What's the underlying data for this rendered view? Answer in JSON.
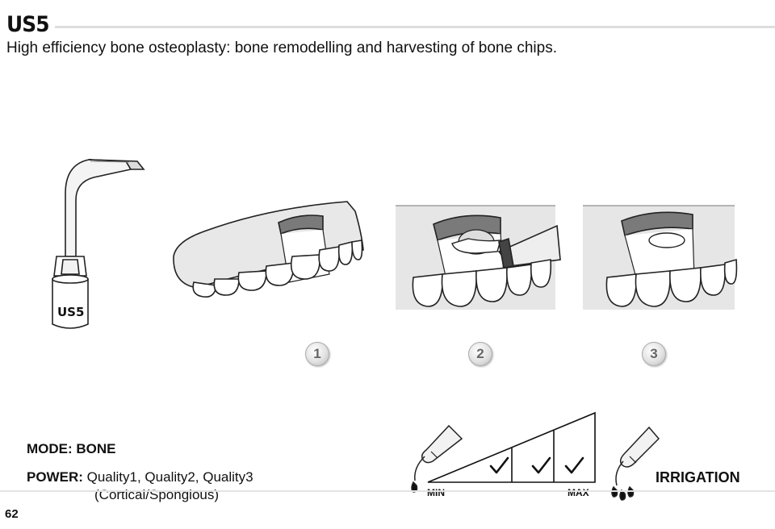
{
  "header": {
    "title": "US5",
    "subtitle": "High efficiency bone osteoplasty: bone remodelling and harvesting of bone chips."
  },
  "tool": {
    "label": "US5"
  },
  "steps": [
    "1",
    "2",
    "3"
  ],
  "settings": {
    "mode_label": "MODE: BONE",
    "power_label": "POWER:",
    "power_value": "Quality1,  Quality2,  Quality3",
    "power_sub": "(Cortical/Spongious)",
    "irrigation_label": "IRRIGATION",
    "scale_min": "MIN",
    "scale_max": "MAX",
    "selected_levels": 3
  },
  "footer": {
    "page_number": "62"
  }
}
